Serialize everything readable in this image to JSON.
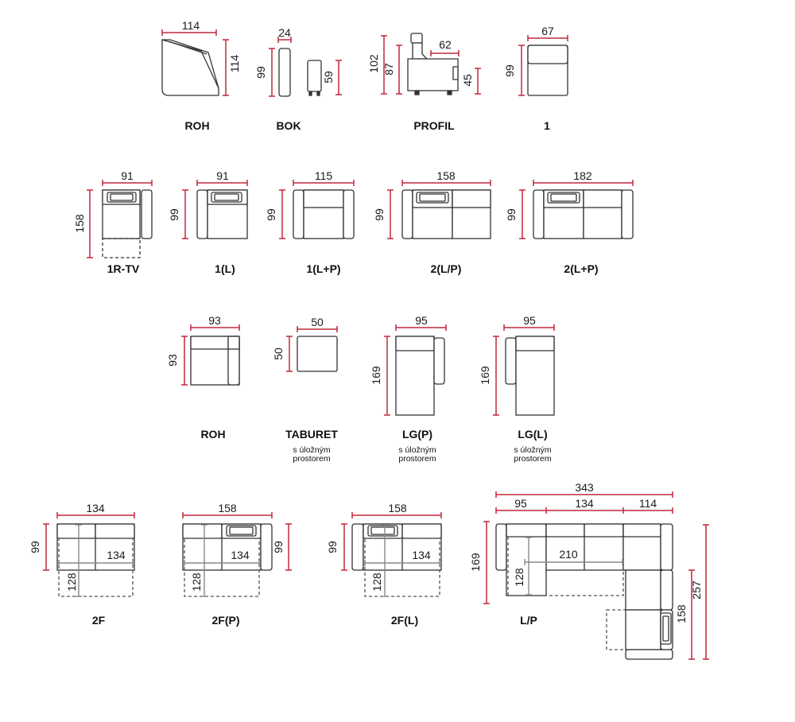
{
  "colors": {
    "line": "#333333",
    "dimension": "#c0283a",
    "fill": "#ffffff",
    "background": "#ffffff"
  },
  "modules": {
    "roh_top": {
      "label": "ROH",
      "width": "114",
      "depth": "114"
    },
    "bok": {
      "label": "BOK",
      "width": "24",
      "depth": "99",
      "height": "59"
    },
    "profil": {
      "label": "PROFIL",
      "back_height": "102",
      "height": "87",
      "seat_depth": "62",
      "seat_height": "45"
    },
    "one": {
      "label": "1",
      "width": "67",
      "depth": "99"
    },
    "one_r_tv": {
      "label": "1R-TV",
      "width": "91",
      "depth": "158"
    },
    "one_l": {
      "label": "1(L)",
      "width": "91",
      "depth": "99"
    },
    "one_lp": {
      "label": "1(L+P)",
      "width": "115",
      "depth": "99"
    },
    "two_l_p": {
      "label": "2(L/P)",
      "width": "158",
      "depth": "99"
    },
    "two_lp": {
      "label": "2(L+P)",
      "width": "182",
      "depth": "99"
    },
    "roh": {
      "label": "ROH",
      "width": "93",
      "depth": "93"
    },
    "taburet": {
      "label": "TABURET",
      "note_line1": "s úložným",
      "note_line2": "prostorem",
      "width": "50",
      "depth": "50"
    },
    "lg_p": {
      "label": "LG(P)",
      "note_line1": "s úložným",
      "note_line2": "prostorem",
      "width": "95",
      "depth": "169"
    },
    "lg_l": {
      "label": "LG(L)",
      "note_line1": "s úložným",
      "note_line2": "prostorem",
      "width": "95",
      "depth": "169"
    },
    "two_f": {
      "label": "2F",
      "width": "134",
      "depth": "99",
      "bed_width": "134",
      "bed_length": "128"
    },
    "two_f_p": {
      "label": "2F(P)",
      "width": "158",
      "depth": "99",
      "bed_width": "134",
      "bed_length": "128"
    },
    "two_f_l": {
      "label": "2F(L)",
      "width": "158",
      "depth": "99",
      "bed_width": "134",
      "bed_length": "128"
    },
    "lp": {
      "label": "L/P",
      "total_width": "343",
      "seg1": "95",
      "seg2": "134",
      "seg3": "114",
      "left_depth": "169",
      "bed_length": "210",
      "bed_width": "128",
      "right_depth": "158",
      "total_depth": "257"
    }
  }
}
